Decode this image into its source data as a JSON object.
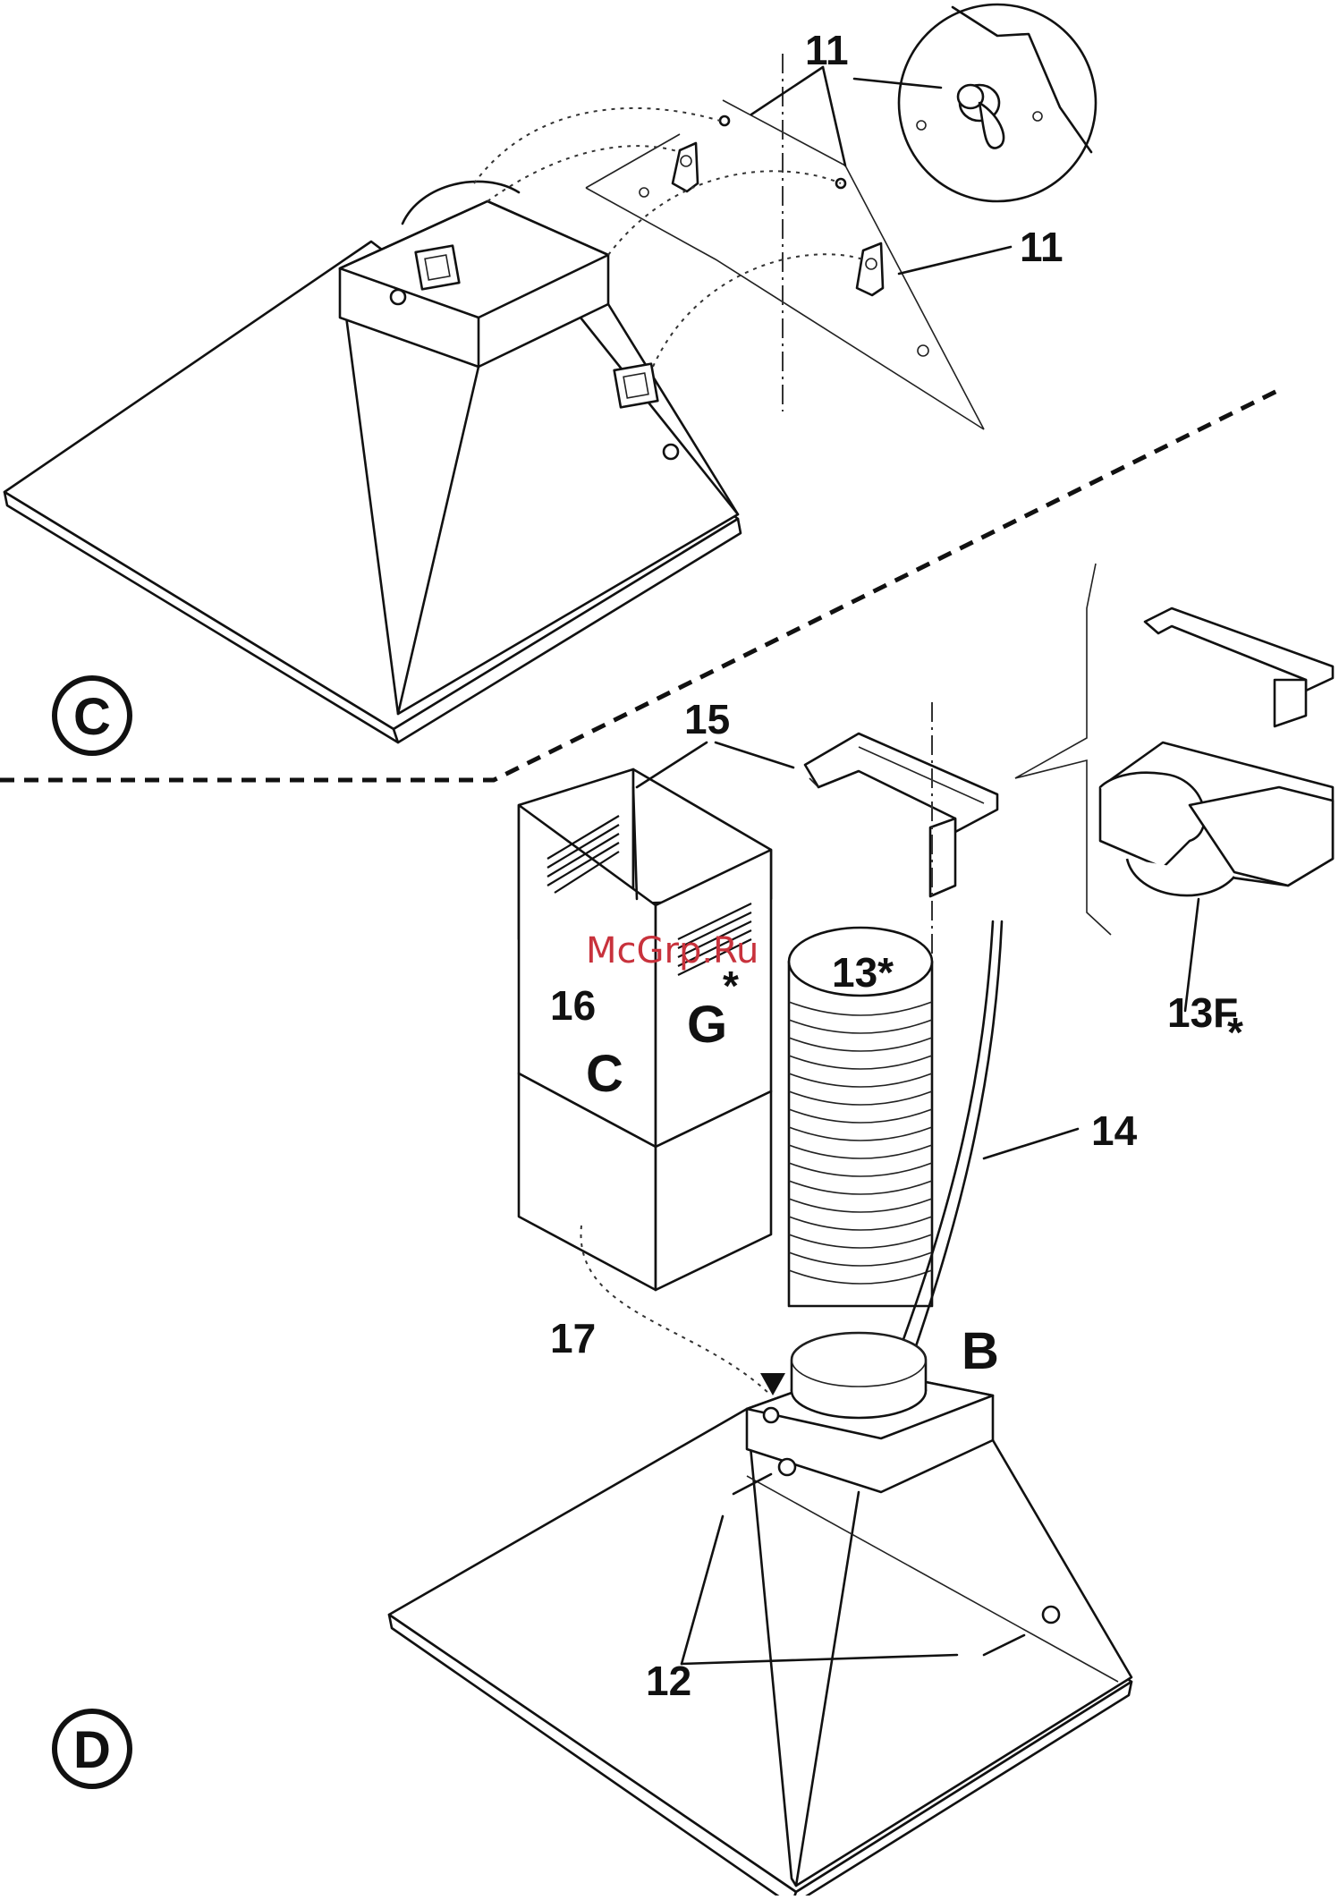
{
  "watermark": "McGrp.Ru",
  "panel_c": {
    "step_marker": "C",
    "callouts": {
      "bracket_top": "11",
      "bracket_side": "11"
    }
  },
  "panel_d": {
    "step_marker": "D",
    "callouts": {
      "brackets": "15",
      "chimney": "16",
      "chimney_letter_c": "C",
      "chimney_letter_g": "G",
      "grille_asterisk": "*",
      "duct": "13*",
      "cable": "14",
      "filter_unit": "13F",
      "filter_asterisk": "*",
      "lower_chimney": "17",
      "outlet": "B",
      "screws": "12"
    }
  }
}
